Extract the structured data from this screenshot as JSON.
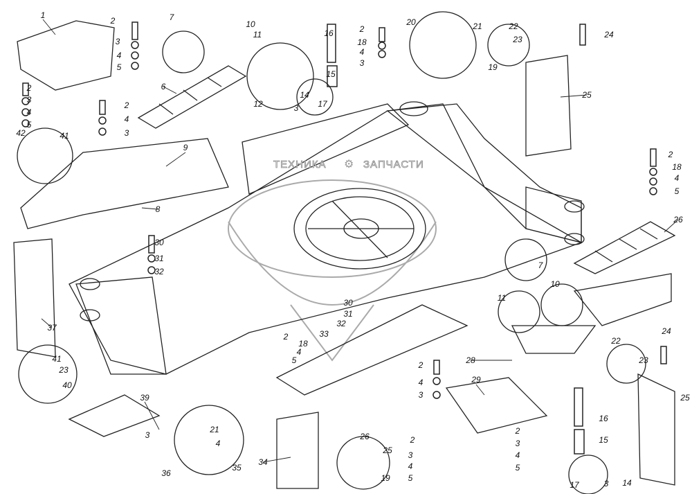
{
  "watermark": {
    "left_text": "ТЕХНИКА",
    "right_text": "ЗАПЧАСТИ",
    "icon": "gear-icon"
  },
  "callouts": [
    "1",
    "2",
    "3",
    "4",
    "5",
    "2",
    "3",
    "4",
    "5",
    "2",
    "4",
    "3",
    "7",
    "10",
    "11",
    "6",
    "12",
    "16",
    "15",
    "14",
    "3",
    "17",
    "2",
    "18",
    "4",
    "3",
    "20",
    "21",
    "22",
    "23",
    "19",
    "24",
    "25",
    "42",
    "41",
    "9",
    "8",
    "2",
    "18",
    "4",
    "5",
    "26",
    "30",
    "31",
    "32",
    "7",
    "10",
    "11",
    "30",
    "31",
    "32",
    "33",
    "2",
    "18",
    "4",
    "5",
    "37",
    "41",
    "23",
    "40",
    "28",
    "22",
    "23",
    "24",
    "25",
    "2",
    "4",
    "3",
    "29",
    "39",
    "3",
    "21",
    "4",
    "35",
    "36",
    "34",
    "26",
    "25",
    "19",
    "2",
    "3",
    "4",
    "5",
    "2",
    "3",
    "4",
    "5",
    "16",
    "15",
    "17",
    "3",
    "14"
  ]
}
